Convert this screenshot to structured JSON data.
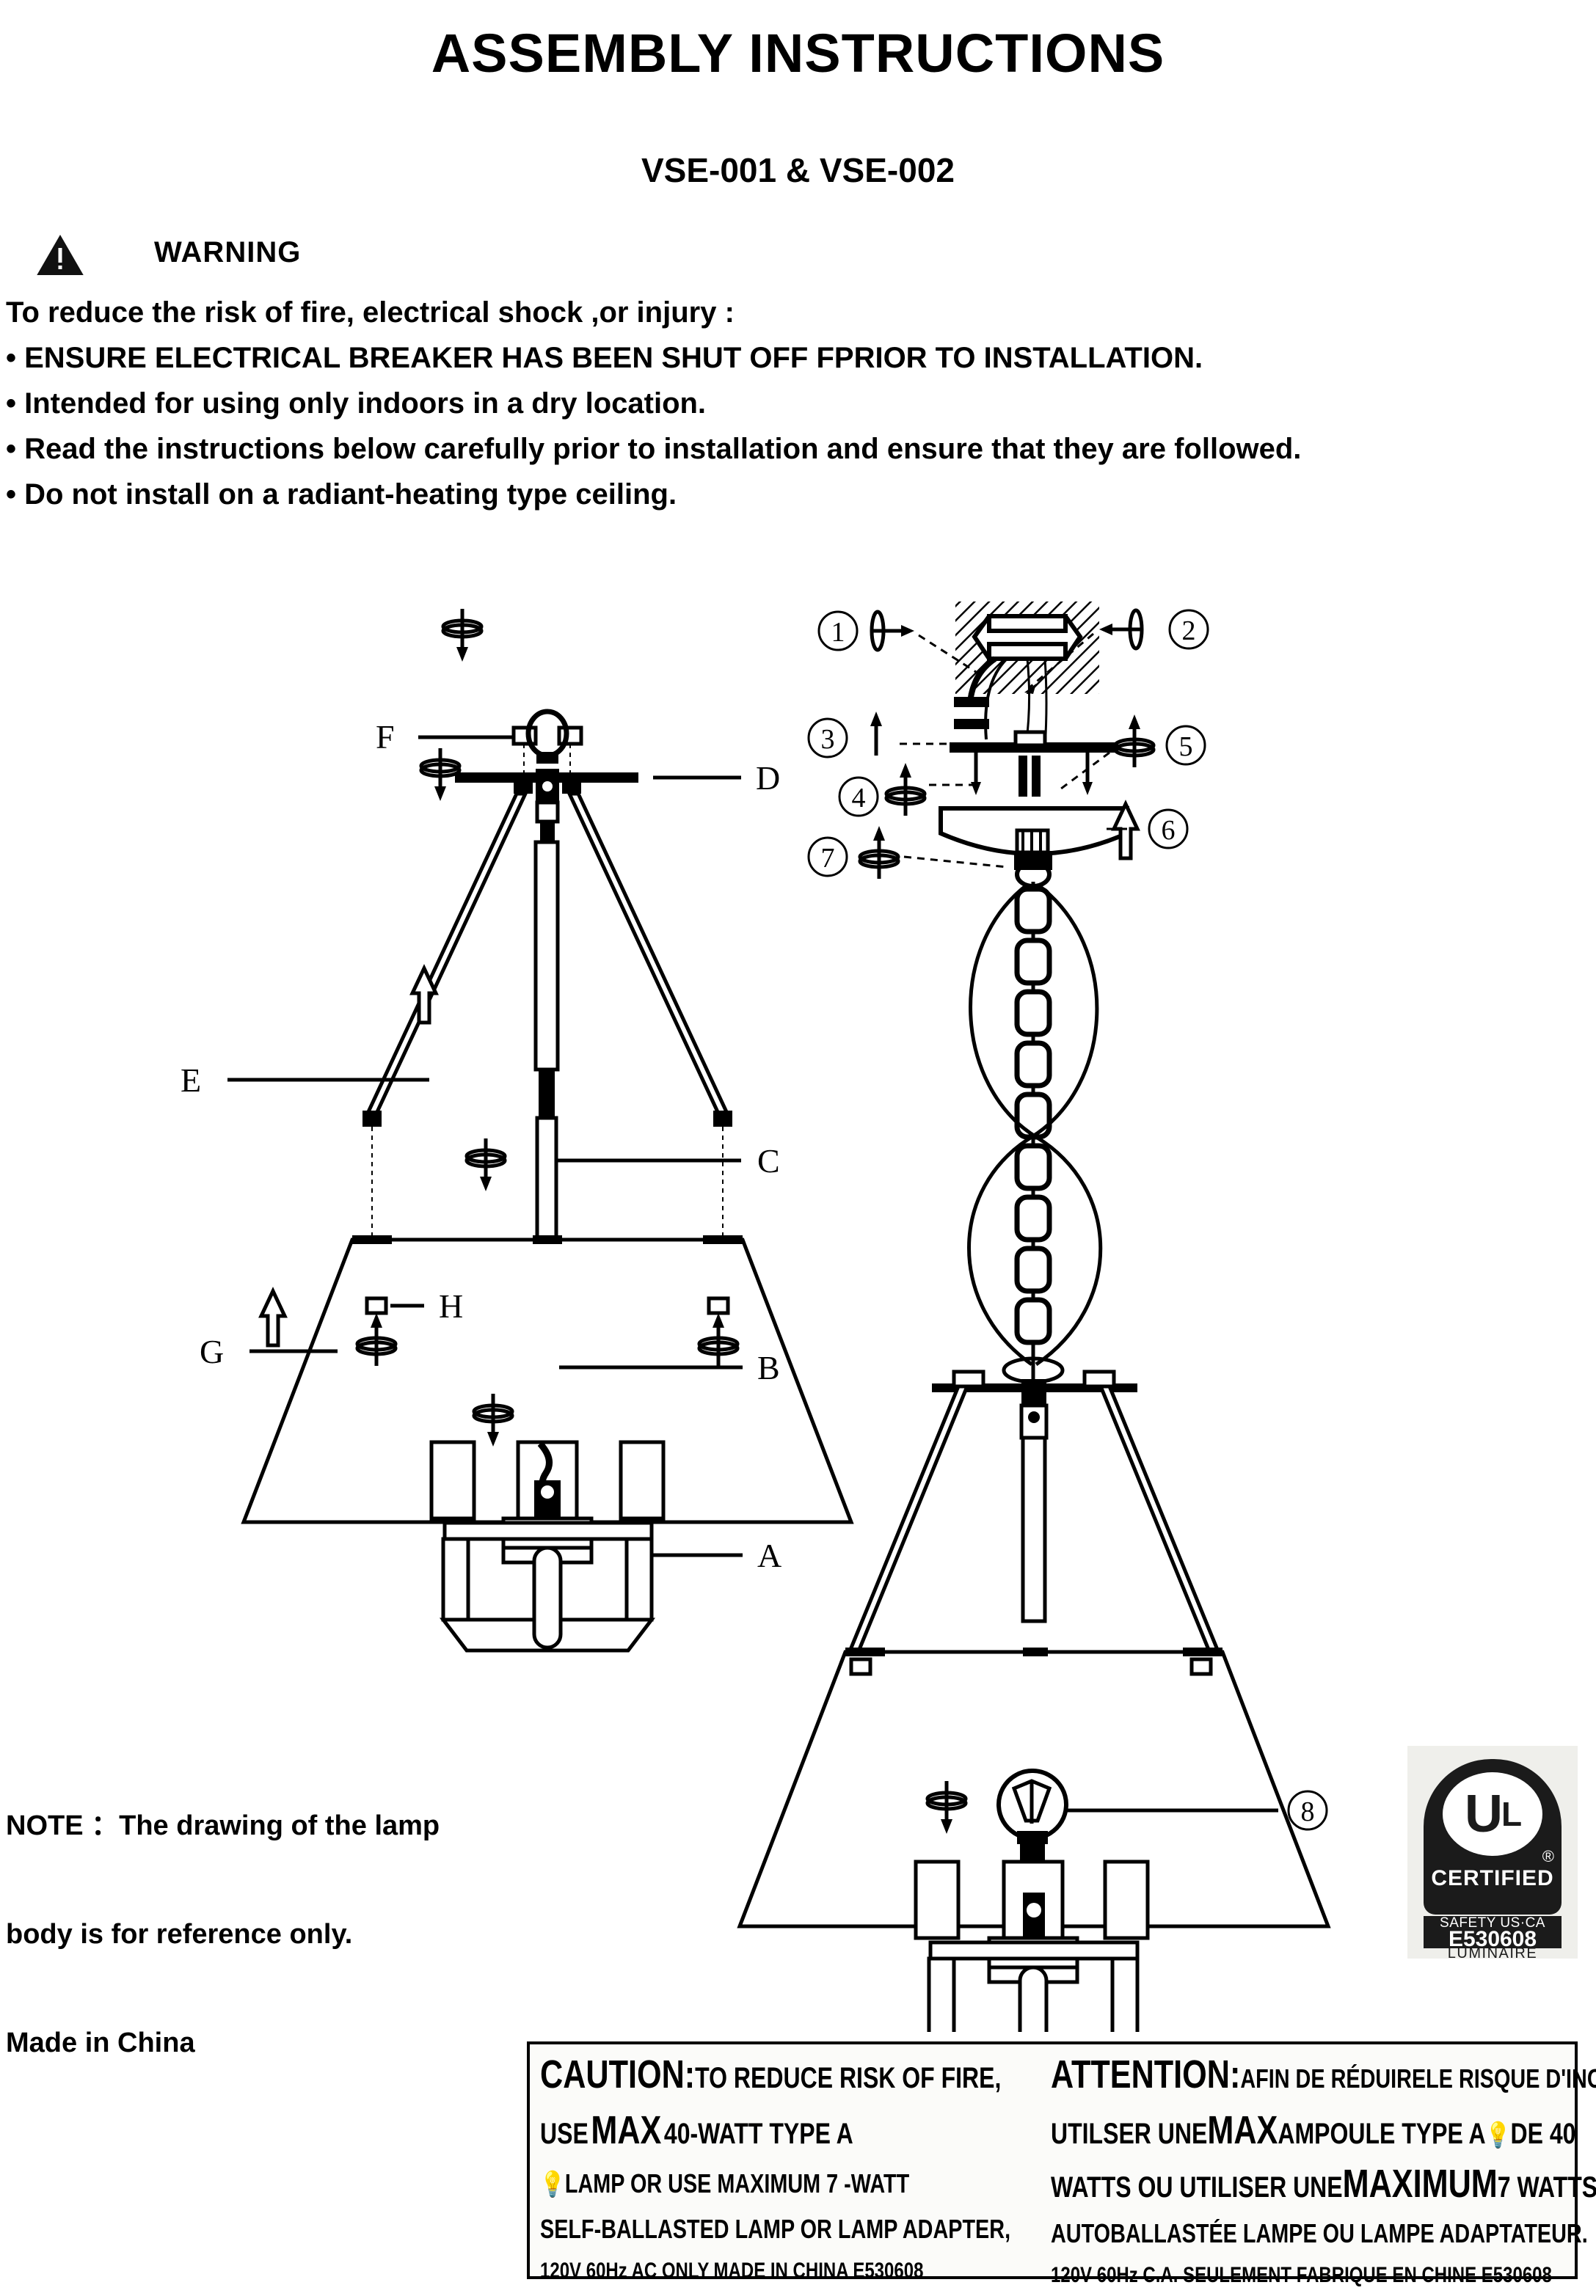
{
  "header": {
    "title": "ASSEMBLY INSTRUCTIONS",
    "model": "VSE-001 & VSE-002"
  },
  "warning": {
    "icon": "warning-triangle-icon",
    "label": "WARNING",
    "intro": "To reduce the risk of fire, electrical shock ,or injury :",
    "bullets": [
      "• ENSURE ELECTRICAL BREAKER HAS BEEN SHUT OFF FPRIOR TO INSTALLATION.",
      "• Intended for using only indoors in a dry location.",
      "• Read the instructions below carefully prior to installation and ensure that they are followed.",
      "• Do not install on a radiant-heating type ceiling."
    ]
  },
  "diagram": {
    "left_labels": [
      {
        "id": "F",
        "text": "F"
      },
      {
        "id": "D",
        "text": "D"
      },
      {
        "id": "E",
        "text": "E"
      },
      {
        "id": "C",
        "text": "C"
      },
      {
        "id": "H",
        "text": "H"
      },
      {
        "id": "G",
        "text": "G"
      },
      {
        "id": "B",
        "text": "B"
      },
      {
        "id": "A",
        "text": "A"
      }
    ],
    "right_callouts": [
      {
        "id": "1",
        "text": "1"
      },
      {
        "id": "2",
        "text": "2"
      },
      {
        "id": "3",
        "text": "3"
      },
      {
        "id": "4",
        "text": "4"
      },
      {
        "id": "5",
        "text": "5"
      },
      {
        "id": "6",
        "text": "6"
      },
      {
        "id": "7",
        "text": "7"
      },
      {
        "id": "8",
        "text": "8"
      }
    ]
  },
  "note": {
    "line1": "NOTE ：The drawing of the lamp",
    "line2": "body is for reference only.",
    "line3": "Made in China"
  },
  "ul_badge": {
    "mark": "UL",
    "registered": "®",
    "certified": "CERTIFIED",
    "safety": "SAFETY US·CA",
    "file_number": "E530608",
    "category": "LUMINAIRE"
  },
  "caution_label": {
    "english": {
      "l1a": "CAUTION:",
      "l1b": "TO REDUCE RISK OF FIRE,",
      "l2a": "USE",
      "l2b": "MAX",
      "l2c": "40-WATT TYPE A",
      "l3": "LAMP OR USE MAXIMUM  7 -WATT",
      "l4": "SELF-BALLASTED      LAMP OR LAMP ADAPTER,",
      "l5": "120V 60Hz AC ONLY MADE IN CHINA  E530608"
    },
    "french": {
      "l1a": "ATTENTION:",
      "l1b": "AFIN DE RÉDUIRELE RISQUE D'INCENDE,",
      "l2a": "UTILSER UNE",
      "l2b": "MAX",
      "l2c": "AMPOULE TYPE A",
      "l2d": "DE 40",
      "l3a": "WATTS OU UTILISER UNE",
      "l3b": "MAXIMUM",
      "l3c": "7 WATTS",
      "l4": "AUTOBALLASTÉE      LAMPE OU LAMPE ADAPTATEUR.",
      "l5": "120V 60Hz C.A. SEULEMENT FABRIQUE EN CHINE  E530608"
    }
  }
}
